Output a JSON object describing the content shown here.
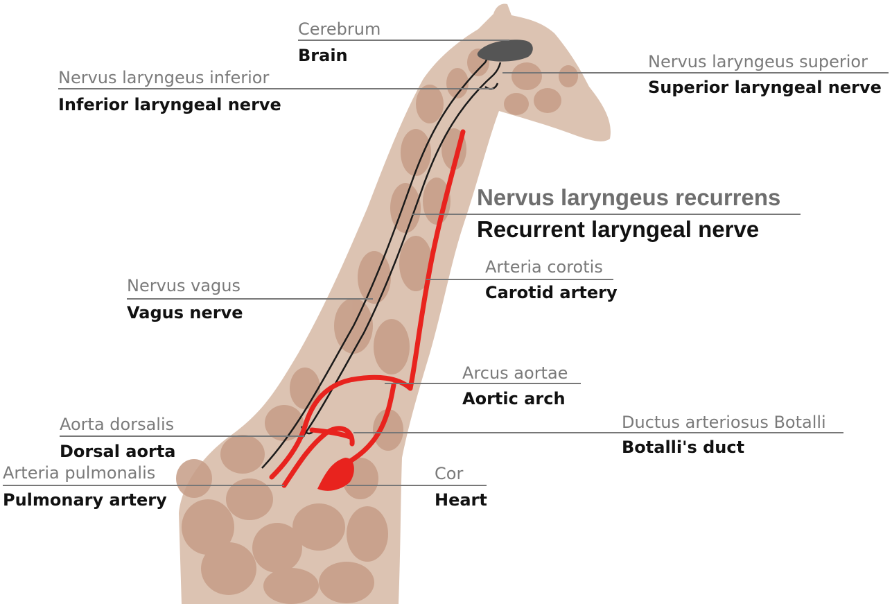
{
  "colors": {
    "giraffe_base": "#d9bfae",
    "giraffe_spot": "#c9a08a",
    "giraffe_light": "#eee2d9",
    "artery": "#e8231e",
    "nerve": "#1a1a1a",
    "brain": "#555555",
    "leader": "#777777"
  },
  "labels": {
    "cerebrum": {
      "latin": "Cerebrum",
      "english": "Brain"
    },
    "inferior": {
      "latin": "Nervus laryngeus inferior",
      "english": "Inferior laryngeal nerve"
    },
    "superior": {
      "latin": "Nervus laryngeus superior",
      "english": "Superior laryngeal nerve"
    },
    "recurrent": {
      "latin": "Nervus laryngeus recurrens",
      "english": "Recurrent laryngeal nerve"
    },
    "carotid": {
      "latin": "Arteria corotis",
      "english": "Carotid artery"
    },
    "vagus": {
      "latin": "Nervus vagus",
      "english": "Vagus nerve"
    },
    "arch": {
      "latin": "Arcus aortae",
      "english": "Aortic arch"
    },
    "dorsal": {
      "latin": "Aorta dorsalis",
      "english": "Dorsal aorta"
    },
    "ductus": {
      "latin": "Ductus arteriosus Botalli",
      "english": "Botalli's duct"
    },
    "pulmonary": {
      "latin": "Arteria pulmonalis",
      "english": "Pulmonary artery"
    },
    "heart": {
      "latin": "Cor",
      "english": "Heart"
    }
  }
}
